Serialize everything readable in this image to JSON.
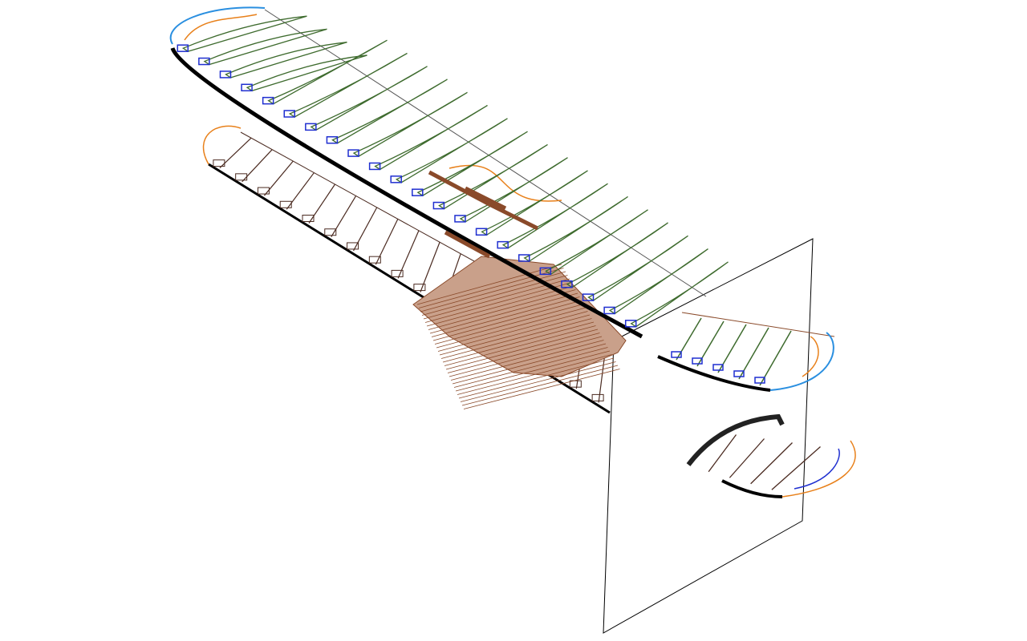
{
  "colors": {
    "background": "#ffffff",
    "rib": "#3e6b2e",
    "spar_box": "#1f2fd0",
    "leading_edge": "#000000",
    "wingtip_blue": "#2a8fe0",
    "wingtip_orange": "#e8801a",
    "sheeting": "#8a4a2a",
    "lower_rib": "#4a2a20",
    "plane": "#000000"
  },
  "structure": {
    "upper_wing_ribs": 22,
    "lower_wing_ribs": 18,
    "right_section_ribs": 5,
    "tail_ribs": 4
  }
}
